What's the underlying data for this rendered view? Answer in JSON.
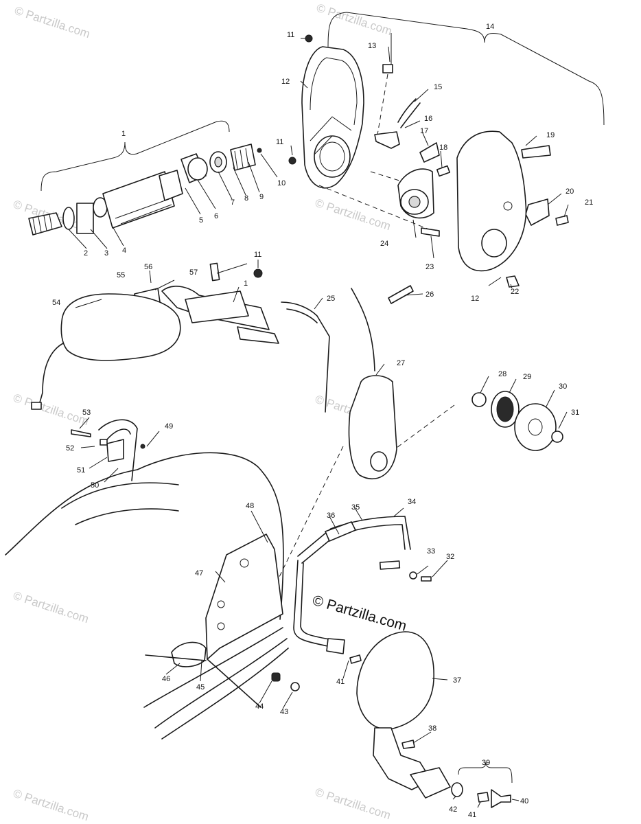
{
  "watermark_text": "© Partzilla.com",
  "callouts": [
    "1",
    "2",
    "3",
    "4",
    "5",
    "6",
    "7",
    "8",
    "9",
    "10",
    "11",
    "12",
    "13",
    "14",
    "15",
    "16",
    "17",
    "18",
    "19",
    "20",
    "21",
    "22",
    "23",
    "24",
    "25",
    "26",
    "27",
    "28",
    "29",
    "30",
    "31",
    "32",
    "33",
    "34",
    "35",
    "36",
    "37",
    "38",
    "39",
    "40",
    "41",
    "42",
    "43",
    "44",
    "45",
    "46",
    "47",
    "48",
    "49",
    "50",
    "51",
    "52",
    "53",
    "54",
    "55",
    "56",
    "57"
  ]
}
